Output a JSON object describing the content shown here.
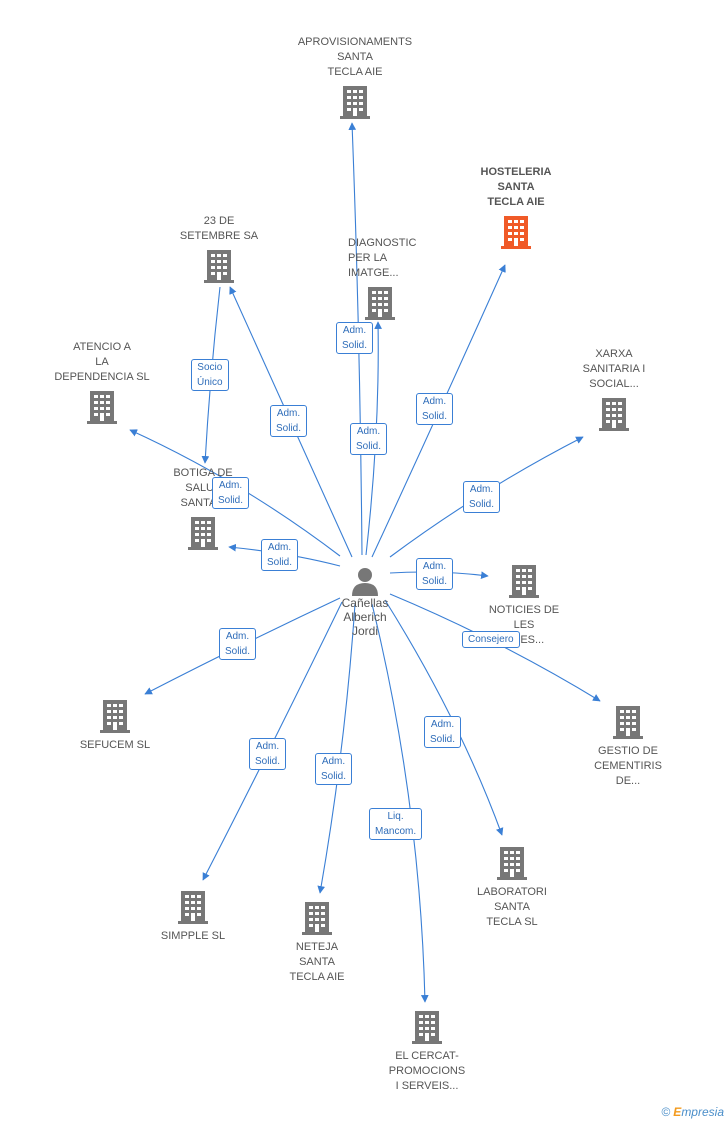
{
  "colors": {
    "edge": "#3a7fd5",
    "building": "#777777",
    "highlight": "#f05a28"
  },
  "center": {
    "name": "Cañellas\nAlberich\nJordi",
    "icon": "person-icon"
  },
  "nodes": [
    {
      "id": "aprovisionaments",
      "label": "APROVISIONAMENTS\nSANTA\nTECLA AIE",
      "highlight": false
    },
    {
      "id": "hosteleria",
      "label": "HOSTELERIA\nSANTA\nTECLA AIE",
      "highlight": true
    },
    {
      "id": "setembre",
      "label": "23 DE\nSETEMBRE SA",
      "highlight": false
    },
    {
      "id": "diagnostic",
      "label": "DIAGNOSTIC\nPER LA\nIMATGE...",
      "highlight": false
    },
    {
      "id": "atencio",
      "label": "ATENCIO A\nLA\nDEPENDENCIA SL",
      "highlight": false
    },
    {
      "id": "xarxa",
      "label": "XARXA\nSANITARIA I\nSOCIAL...",
      "highlight": false
    },
    {
      "id": "botiga",
      "label": "BOTIGA DE\nSALUT\nSANTA...",
      "highlight": false
    },
    {
      "id": "noticies",
      "label": "NOTICIES DE\nLES\nQUES...",
      "highlight": false
    },
    {
      "id": "sefucem",
      "label": "SEFUCEM SL",
      "highlight": false
    },
    {
      "id": "gestio",
      "label": "GESTIO DE\nCEMENTIRIS\nDE...",
      "highlight": false
    },
    {
      "id": "simpple",
      "label": "SIMPPLE SL",
      "highlight": false
    },
    {
      "id": "neteja",
      "label": "NETEJA\nSANTA\nTECLA AIE",
      "highlight": false
    },
    {
      "id": "laboratori",
      "label": "LABORATORI\nSANTA\nTECLA SL",
      "highlight": false
    },
    {
      "id": "cercat",
      "label": "EL CERCAT-\nPROMOCIONS\nI SERVEIS...",
      "highlight": false
    }
  ],
  "edge_labels": [
    {
      "id": "e-aprov",
      "text": "Adm.\nSolid."
    },
    {
      "id": "e-diag",
      "text": "Adm.\nSolid."
    },
    {
      "id": "e-host",
      "text": "Adm.\nSolid."
    },
    {
      "id": "e-setembre",
      "text": "Adm.\nSolid."
    },
    {
      "id": "e-socio",
      "text": "Socio\nÚnico"
    },
    {
      "id": "e-atencio",
      "text": "Adm.\nSolid."
    },
    {
      "id": "e-botiga",
      "text": "Adm.\nSolid."
    },
    {
      "id": "e-xarxa",
      "text": "Adm.\nSolid."
    },
    {
      "id": "e-noticies",
      "text": "Adm.\nSolid."
    },
    {
      "id": "e-gestio",
      "text": "Consejero"
    },
    {
      "id": "e-sefucem",
      "text": "Adm.\nSolid."
    },
    {
      "id": "e-simpple",
      "text": "Adm.\nSolid."
    },
    {
      "id": "e-neteja",
      "text": "Adm.\nSolid."
    },
    {
      "id": "e-cercat",
      "text": "Liq.\nMancom."
    },
    {
      "id": "e-laboratori",
      "text": "Adm.\nSolid."
    }
  ],
  "footer": {
    "copyright": "©",
    "brand_first": "E",
    "brand_rest": "mpresia"
  }
}
